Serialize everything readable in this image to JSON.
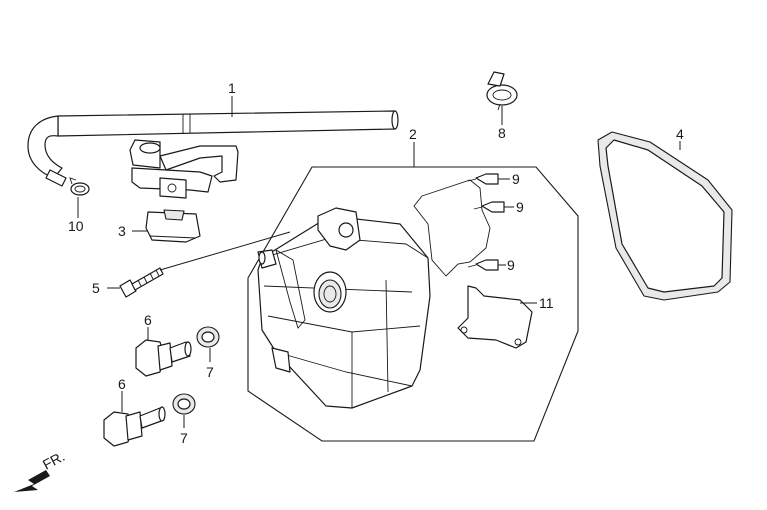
{
  "callouts": {
    "c1": "1",
    "c2": "2",
    "c3": "3",
    "c4": "4",
    "c5": "5",
    "c6a": "6",
    "c6b": "6",
    "c7a": "7",
    "c7b": "7",
    "c8": "8",
    "c9a": "9",
    "c9b": "9",
    "c9c": "9",
    "c10": "10",
    "c11": "11"
  },
  "front_indicator": "FR."
}
